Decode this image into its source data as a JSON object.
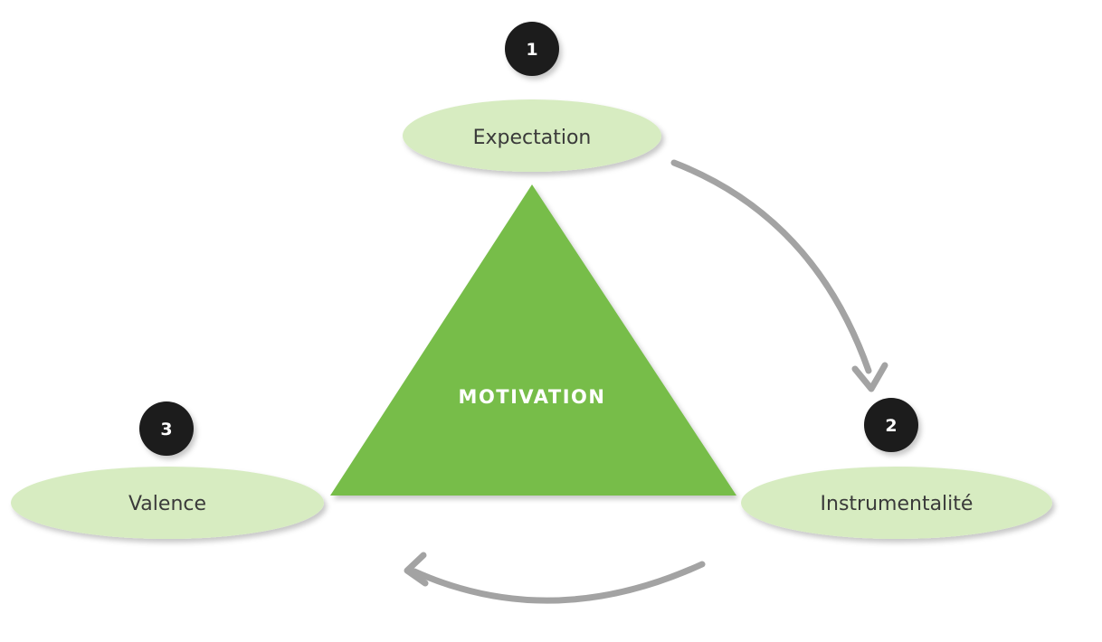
{
  "diagram": {
    "center": {
      "label": "MOTIVATION"
    },
    "nodes": [
      {
        "id": "expectation",
        "number": "1",
        "label": "Expectation"
      },
      {
        "id": "instrumentalite",
        "number": "2",
        "label": "Instrumentalité"
      },
      {
        "id": "valence",
        "number": "3",
        "label": "Valence"
      }
    ]
  },
  "colors": {
    "triangle": "#77bd4a",
    "ellipse_fill": "#d7ecc1",
    "badge": "#1b1b1b",
    "arrow": "#a3a3a3",
    "text": "#3a3a3a"
  }
}
